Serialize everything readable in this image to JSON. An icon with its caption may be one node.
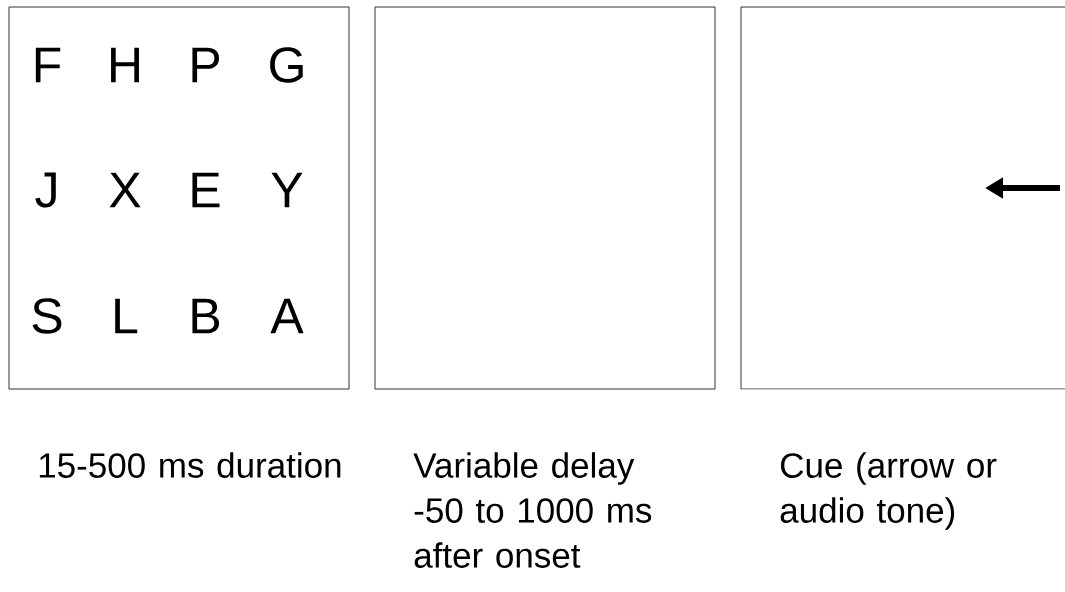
{
  "diagram": {
    "nodes": [
      {
        "text": [
          "F",
          "H",
          "P",
          "G",
          "J",
          "X",
          "E",
          "Y",
          "S",
          "L",
          "B",
          "A"
        ],
        "beside": [
          "15-500 ms duration"
        ]
      },
      {
        "text": [],
        "shape": "box",
        "beside": [
          "Variable delay -50 to 1000 ms after onset"
        ]
      },
      {
        "text": [],
        "shape": "box",
        "beside": [
          "Cue (arrow or audio tone)"
        ]
      }
    ],
    "edges": []
  }
}
